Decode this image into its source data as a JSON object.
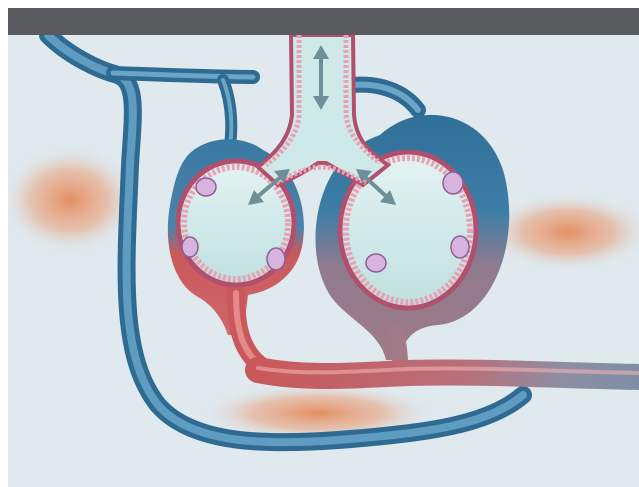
{
  "colors": {
    "background": "#dfe9ee",
    "top_bar": "#5a5b5e",
    "vein_blue": "#3f7ea6",
    "vein_blue_light": "#7fb0cc",
    "artery_red": "#c9585b",
    "mixed_mauve": "#9b7a88",
    "alveolus_lumen": "#d4ecec",
    "epithelium_pink": "#e7a2b3",
    "epithelium_dark": "#b14f6d",
    "arrow_gray": "#6f8f98",
    "tissue_glow": "#e58a5a",
    "gray_vessel": "#8a96a8"
  },
  "elements": {
    "airway": "bronchiole-airway",
    "alveoli": [
      "left-alveolus",
      "right-alveolus"
    ],
    "vessels": [
      "pulmonary-capillary-network",
      "venule",
      "arteriole"
    ],
    "arrows": [
      "airflow-arrow-vertical",
      "airflow-arrow-left",
      "airflow-arrow-right"
    ],
    "glows": [
      "tissue-glow-left",
      "tissue-glow-right",
      "tissue-glow-bottom"
    ]
  }
}
